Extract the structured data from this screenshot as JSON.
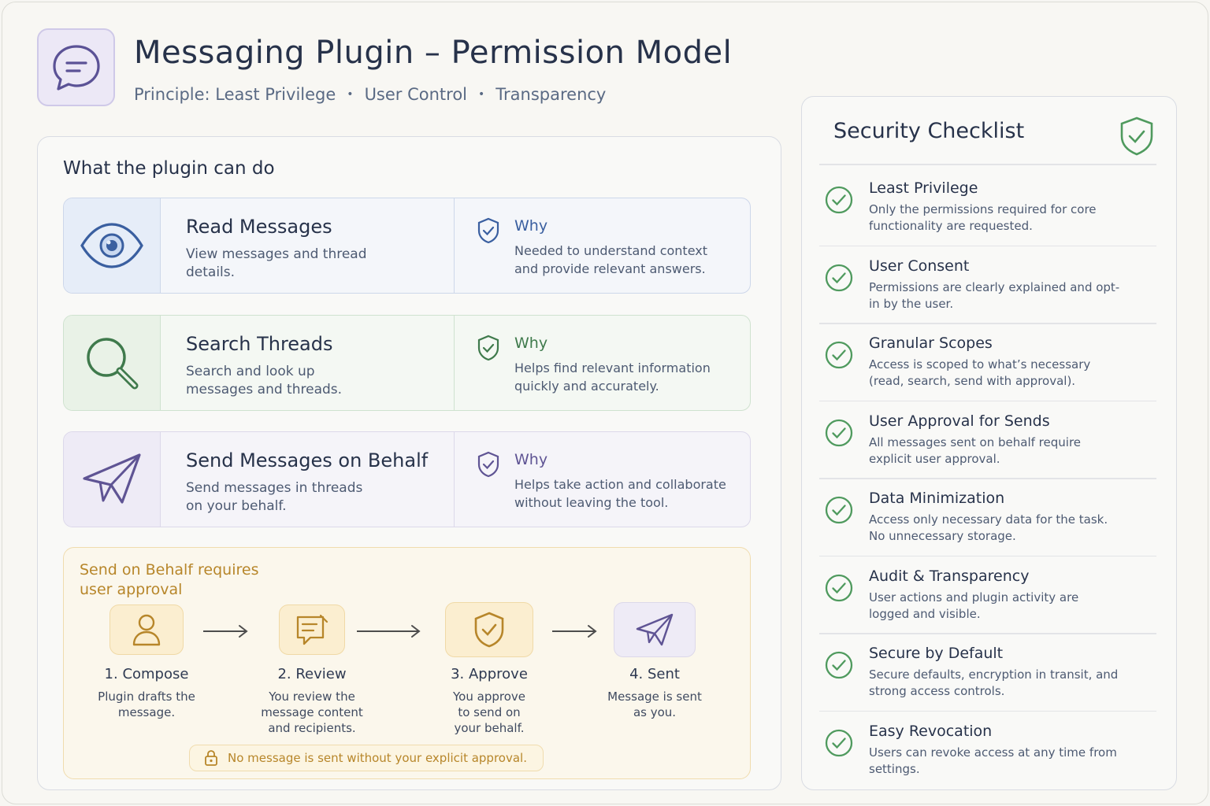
{
  "header": {
    "title": "Messaging Plugin – Permission Model",
    "principle_label": "Principle: Least Privilege",
    "principles": [
      "User Control",
      "Transparency"
    ],
    "separator": "•"
  },
  "capabilities": {
    "heading": "What the plugin can do",
    "items": [
      {
        "title": "Read Messages",
        "desc": "View messages and thread details.",
        "why_label": "Why",
        "why": "Needed to understand context and provide relevant answers.",
        "icon": "eye-icon"
      },
      {
        "title": "Search Threads",
        "desc": "Search and look up messages and threads.",
        "why_label": "Why",
        "why": "Helps find relevant information quickly and accurately.",
        "icon": "magnifier-icon"
      },
      {
        "title": "Send Messages on Behalf",
        "desc": "Send messages in threads on your behalf.",
        "why_label": "Why",
        "why": "Helps take action and collaborate without leaving the tool.",
        "icon": "paper-plane-icon"
      }
    ]
  },
  "approval": {
    "title": "Send on Behalf requires user approval",
    "steps": [
      {
        "label": "1. Compose",
        "desc": "Plugin drafts the message.",
        "icon": "user-icon"
      },
      {
        "label": "2. Review",
        "desc": "You review the message content and recipients.",
        "icon": "review-icon"
      },
      {
        "label": "3. Approve",
        "desc": "You approve to send on your behalf.",
        "icon": "shield-check-icon"
      },
      {
        "label": "4. Sent",
        "desc": "Message is sent as you.",
        "icon": "paper-plane-icon"
      }
    ],
    "note": "No message is sent without your explicit approval."
  },
  "checklist": {
    "title": "Security Checklist",
    "items": [
      {
        "title": "Least Privilege",
        "desc": "Only the permissions required for core functionality are requested."
      },
      {
        "title": "User Consent",
        "desc": "Permissions are clearly explained and opt-in by the user."
      },
      {
        "title": "Granular Scopes",
        "desc": "Access is scoped to what’s necessary (read, search, send with approval)."
      },
      {
        "title": "User Approval for Sends",
        "desc": "All messages sent on behalf require explicit user approval."
      },
      {
        "title": "Data Minimization",
        "desc": "Access only necessary data for the task. No unnecessary storage."
      },
      {
        "title": "Audit & Transparency",
        "desc": "User actions and plugin activity are logged and visible."
      },
      {
        "title": "Secure by Default",
        "desc": "Secure defaults, encryption in transit, and strong access controls."
      },
      {
        "title": "Easy Revocation",
        "desc": "Users can revoke access at any time from settings."
      }
    ]
  },
  "colors": {
    "accent_blue": "#3a5fa0",
    "accent_green": "#3f7a4c",
    "accent_purple": "#5f5494",
    "accent_amber": "#b7862a",
    "check_green": "#4f9a5e"
  }
}
